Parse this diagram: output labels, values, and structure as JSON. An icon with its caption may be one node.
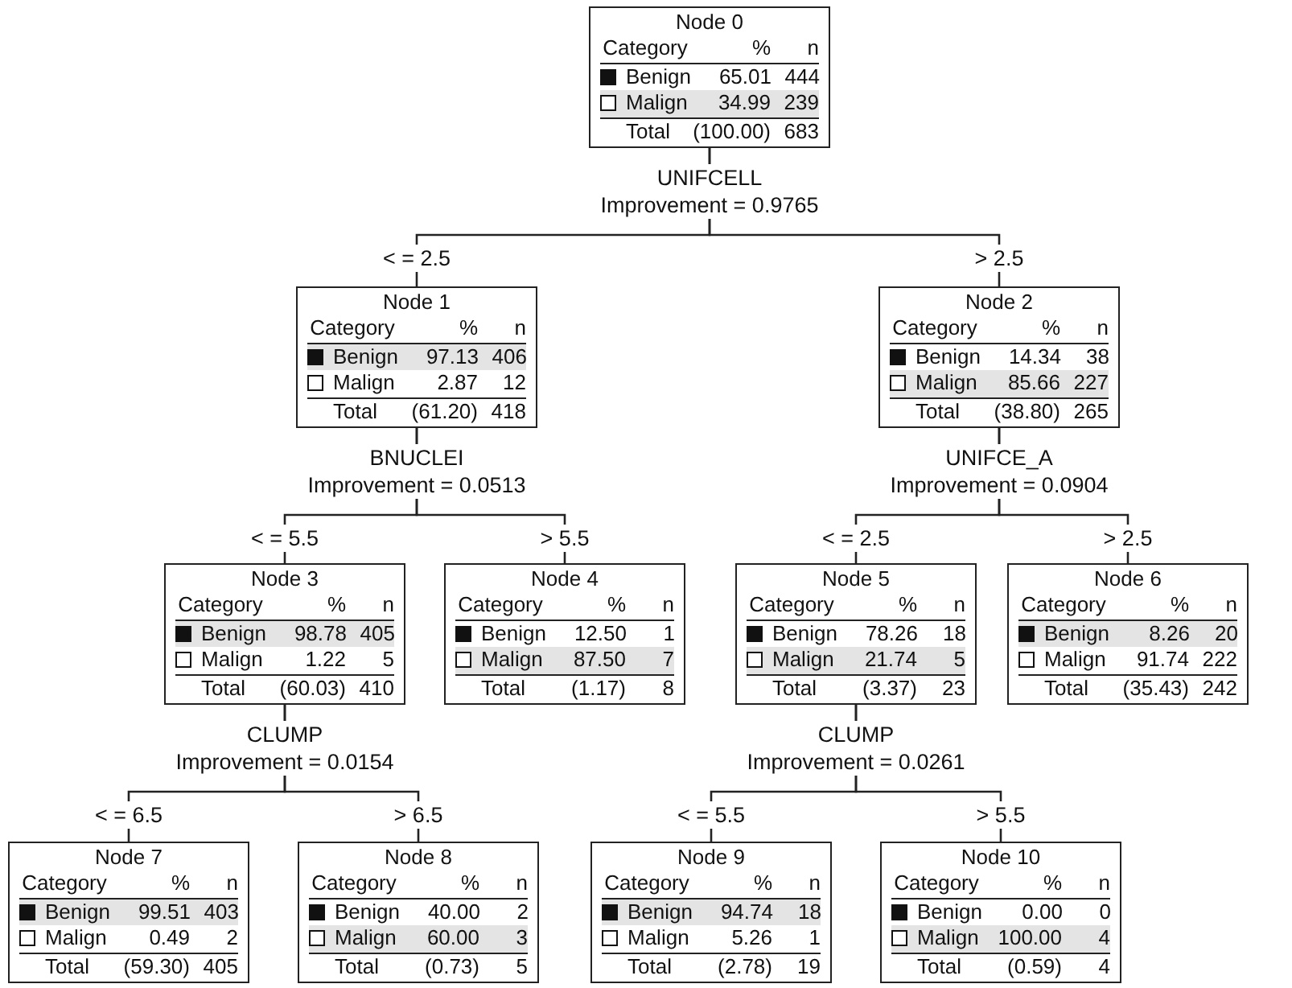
{
  "diagram": {
    "nodes": [
      {
        "text": [
          "Node 0",
          "Category",
          "%",
          "n",
          "Benign",
          "65.01",
          "444",
          "Malign",
          "34.99",
          "239",
          "Total",
          "(100.00)",
          "683"
        ],
        "beside": [
          "UNIFCELL",
          "Improvement = 0.9765"
        ]
      },
      {
        "text": [
          "Node 1",
          "Category",
          "%",
          "n",
          "Benign",
          "97.13",
          "406",
          "Malign",
          "2.87",
          "12",
          "Total",
          "(61.20)",
          "418"
        ],
        "beside": [
          "BNUCLEI",
          "Improvement = 0.0513"
        ]
      },
      {
        "text": [
          "Node 2",
          "Category",
          "%",
          "n",
          "Benign",
          "14.34",
          "38",
          "Malign",
          "85.66",
          "227",
          "Total",
          "(38.80)",
          "265"
        ],
        "beside": [
          "UNIFCE_A",
          "Improvement = 0.0904"
        ]
      },
      {
        "text": [
          "Node 3",
          "Category",
          "%",
          "n",
          "Benign",
          "98.78",
          "405",
          "Malign",
          "1.22",
          "5",
          "Total",
          "(60.03)",
          "410"
        ],
        "beside": [
          "CLUMP",
          "Improvement = 0.0154"
        ]
      },
      {
        "text": [
          "Node 4",
          "Category",
          "%",
          "n",
          "Benign",
          "12.50",
          "1",
          "Malign",
          "87.50",
          "7",
          "Total",
          "(1.17)",
          "8"
        ]
      },
      {
        "text": [
          "Node 5",
          "Category",
          "%",
          "n",
          "Benign",
          "78.26",
          "18",
          "Malign",
          "21.74",
          "5",
          "Total",
          "(3.37)",
          "23"
        ],
        "beside": [
          "CLUMP",
          "Improvement = 0.0261"
        ]
      },
      {
        "text": [
          "Node 6",
          "Category",
          "%",
          "n",
          "Benign",
          "8.26",
          "20",
          "Malign",
          "91.74",
          "222",
          "Total",
          "(35.43)",
          "242"
        ]
      },
      {
        "text": [
          "Node 7",
          "Category",
          "%",
          "n",
          "Benign",
          "99.51",
          "403",
          "Malign",
          "0.49",
          "2",
          "Total",
          "(59.30)",
          "405"
        ]
      },
      {
        "text": [
          "Node 8",
          "Category",
          "%",
          "n",
          "Benign",
          "40.00",
          "2",
          "Malign",
          "60.00",
          "3",
          "Total",
          "(0.73)",
          "5"
        ]
      },
      {
        "text": [
          "Node 9",
          "Category",
          "%",
          "n",
          "Benign",
          "94.74",
          "18",
          "Malign",
          "5.26",
          "1",
          "Total",
          "(2.78)",
          "19"
        ]
      },
      {
        "text": [
          "Node 10",
          "Category",
          "%",
          "n",
          "Benign",
          "0.00",
          "0",
          "Malign",
          "100.00",
          "4",
          "Total",
          "(0.59)",
          "4"
        ]
      }
    ],
    "edges": [
      {
        "from": 0,
        "to": 1,
        "arrow": "none",
        "label": "< = 2.5"
      },
      {
        "from": 0,
        "to": 2,
        "arrow": "none",
        "label": "> 2.5"
      },
      {
        "from": 1,
        "to": 3,
        "arrow": "none",
        "label": "< = 5.5"
      },
      {
        "from": 1,
        "to": 4,
        "arrow": "none",
        "label": "> 5.5"
      },
      {
        "from": 2,
        "to": 5,
        "arrow": "none",
        "label": "< = 2.5"
      },
      {
        "from": 2,
        "to": 6,
        "arrow": "none",
        "label": "> 2.5"
      },
      {
        "from": 3,
        "to": 7,
        "arrow": "none",
        "label": "< = 6.5"
      },
      {
        "from": 3,
        "to": 8,
        "arrow": "none",
        "label": "> 6.5"
      },
      {
        "from": 5,
        "to": 9,
        "arrow": "none",
        "label": "< = 5.5"
      },
      {
        "from": 5,
        "to": 10,
        "arrow": "none",
        "label": "> 5.5"
      }
    ]
  }
}
